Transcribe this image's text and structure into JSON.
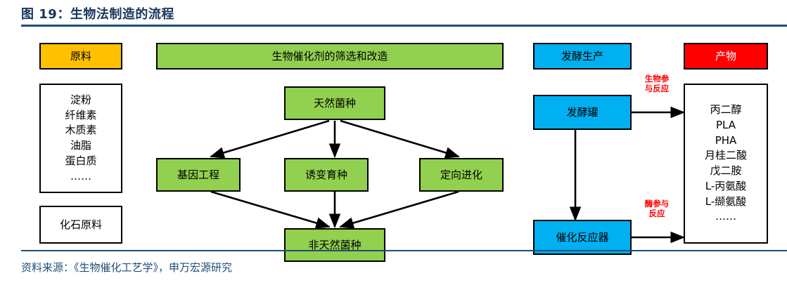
{
  "header": {
    "title": "图 19：生物法制造的流程"
  },
  "footer": {
    "source": "资料来源：《生物催化工艺学》，申万宏源研究"
  },
  "colors": {
    "title_blue": "#17365D",
    "rule_blue": "#1F4E79",
    "feedstock_orange": "#FFC000",
    "process_green": "#92D050",
    "production_blue": "#00B0F0",
    "product_red": "#FF0000",
    "edge_label_red": "#FF0000",
    "node_border": "#000000",
    "node_fill_white": "#FFFFFF"
  },
  "diagram": {
    "type": "flowchart",
    "columns": [
      {
        "id": "feedstock",
        "header_label": "原料",
        "header_color": "#FFC000"
      },
      {
        "id": "biocatalyst",
        "header_label": "生物催化剂的筛选和改造",
        "header_color": "#92D050"
      },
      {
        "id": "fermentation",
        "header_label": "发酵生产",
        "header_color": "#00B0F0"
      },
      {
        "id": "products",
        "header_label": "产物",
        "header_color": "#FF0000"
      }
    ],
    "feedstock_list": [
      "淀粉",
      "纤维素",
      "木质素",
      "油脂",
      "蛋白质",
      "……"
    ],
    "fossil_feedstock_label": "化石原料",
    "natural_strain_label": "天然菌种",
    "methods": [
      "基因工程",
      "诱变育种",
      "定向进化"
    ],
    "non_natural_strain_label": "非天然菌种",
    "fermenter_label": "发酵罐",
    "reactor_label": "催化反应器",
    "product_list": [
      "丙二醇",
      "PLA",
      "PHA",
      "月桂二酸",
      "戊二胺",
      "L-丙氨酸",
      "L-缬氨酸",
      "……"
    ],
    "edge_labels": [
      {
        "id": "bio-reaction",
        "line1": "生物参",
        "line2": "与反应"
      },
      {
        "id": "enzyme-reaction",
        "line1": "酶参与",
        "line2": "反应"
      }
    ]
  }
}
